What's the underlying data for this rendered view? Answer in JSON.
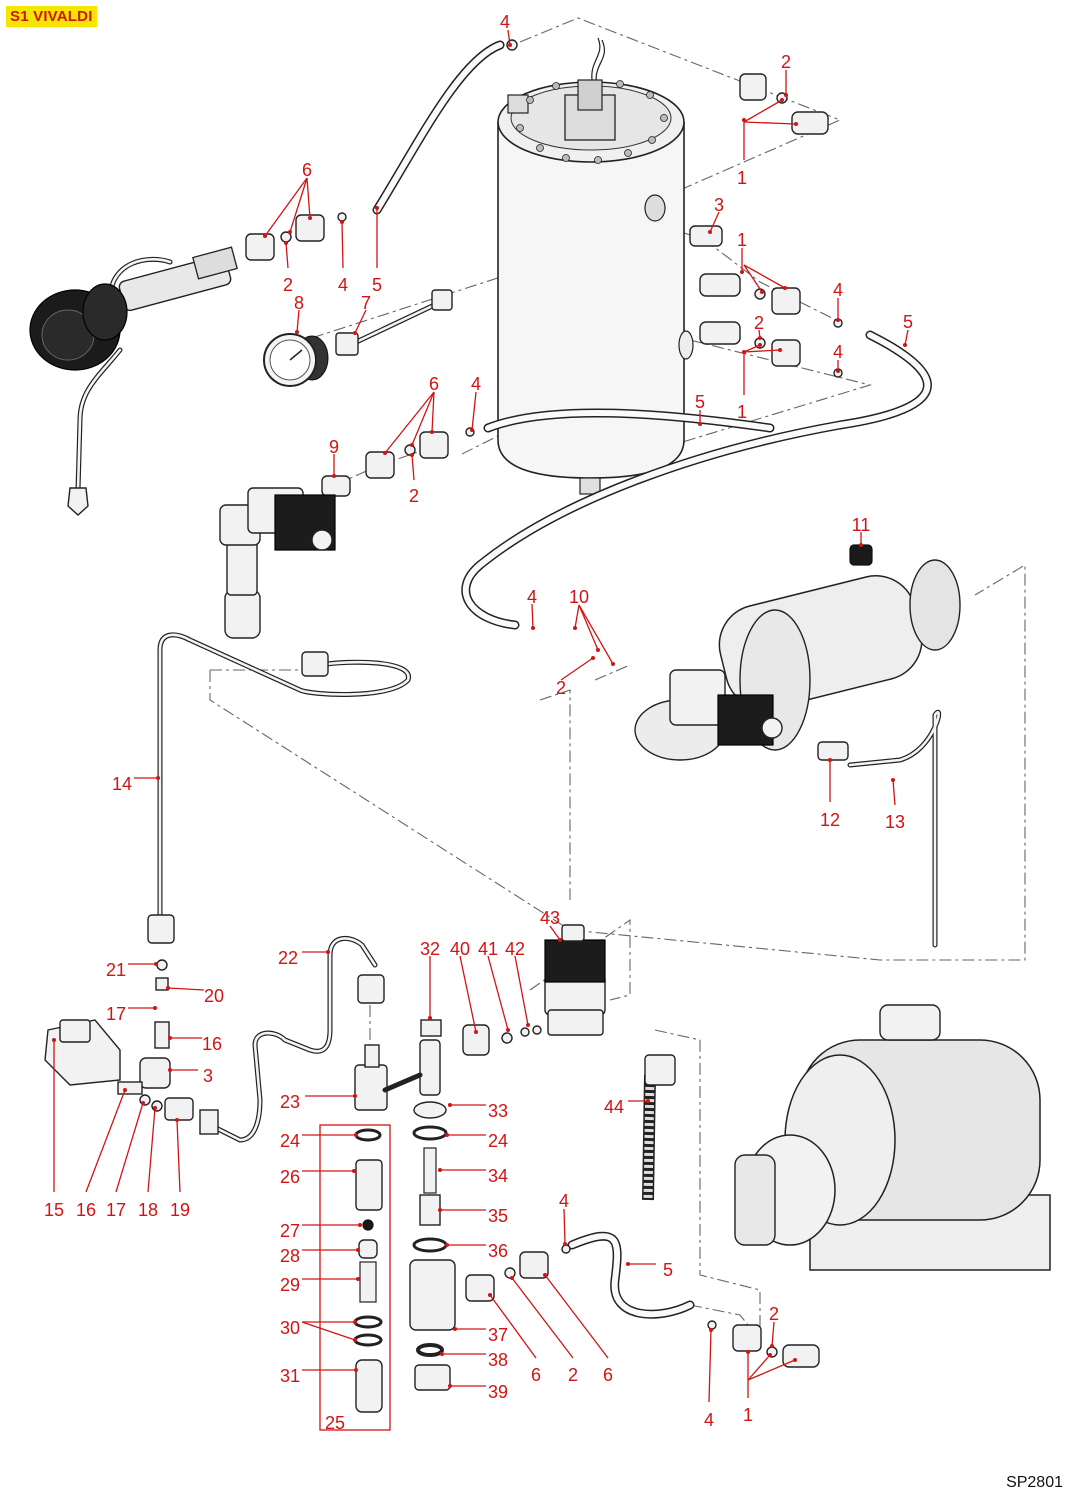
{
  "title_tag": "S1 VIVALDI",
  "drawing_code": "SP2801",
  "accent_color": "#d21414",
  "highlight_color": "#f5e500",
  "callouts": [
    {
      "id": "c-4a",
      "text": "4"
    },
    {
      "id": "c-2a",
      "text": "2"
    },
    {
      "id": "c-1a",
      "text": "1"
    },
    {
      "id": "c-6a",
      "text": "6"
    },
    {
      "id": "c-2b",
      "text": "2"
    },
    {
      "id": "c-4b",
      "text": "4"
    },
    {
      "id": "c-5a",
      "text": "5"
    },
    {
      "id": "c-3a",
      "text": "3"
    },
    {
      "id": "c-1b",
      "text": "1"
    },
    {
      "id": "c-8",
      "text": "8"
    },
    {
      "id": "c-7",
      "text": "7"
    },
    {
      "id": "c-4c",
      "text": "4"
    },
    {
      "id": "c-5b",
      "text": "5"
    },
    {
      "id": "c-2c",
      "text": "2"
    },
    {
      "id": "c-4d",
      "text": "4"
    },
    {
      "id": "c-1c",
      "text": "1"
    },
    {
      "id": "c-6b",
      "text": "6"
    },
    {
      "id": "c-4e",
      "text": "4"
    },
    {
      "id": "c-5c",
      "text": "5"
    },
    {
      "id": "c-9",
      "text": "9"
    },
    {
      "id": "c-2d",
      "text": "2"
    },
    {
      "id": "c-11",
      "text": "11"
    },
    {
      "id": "c-4f",
      "text": "4"
    },
    {
      "id": "c-10",
      "text": "10"
    },
    {
      "id": "c-2e",
      "text": "2"
    },
    {
      "id": "c-14",
      "text": "14"
    },
    {
      "id": "c-12",
      "text": "12"
    },
    {
      "id": "c-13",
      "text": "13"
    },
    {
      "id": "c-43",
      "text": "43"
    },
    {
      "id": "c-32",
      "text": "32"
    },
    {
      "id": "c-40",
      "text": "40"
    },
    {
      "id": "c-41",
      "text": "41"
    },
    {
      "id": "c-42",
      "text": "42"
    },
    {
      "id": "c-22",
      "text": "22"
    },
    {
      "id": "c-21",
      "text": "21"
    },
    {
      "id": "c-20",
      "text": "20"
    },
    {
      "id": "c-17a",
      "text": "17"
    },
    {
      "id": "c-16a",
      "text": "16"
    },
    {
      "id": "c-3b",
      "text": "3"
    },
    {
      "id": "c-23",
      "text": "23"
    },
    {
      "id": "c-33",
      "text": "33"
    },
    {
      "id": "c-44",
      "text": "44"
    },
    {
      "id": "c-24a",
      "text": "24"
    },
    {
      "id": "c-24b",
      "text": "24"
    },
    {
      "id": "c-26",
      "text": "26"
    },
    {
      "id": "c-34",
      "text": "34"
    },
    {
      "id": "c-15",
      "text": "15"
    },
    {
      "id": "c-16b",
      "text": "16"
    },
    {
      "id": "c-17b",
      "text": "17"
    },
    {
      "id": "c-18",
      "text": "18"
    },
    {
      "id": "c-19",
      "text": "19"
    },
    {
      "id": "c-27",
      "text": "27"
    },
    {
      "id": "c-35",
      "text": "35"
    },
    {
      "id": "c-4g",
      "text": "4"
    },
    {
      "id": "c-28",
      "text": "28"
    },
    {
      "id": "c-36",
      "text": "36"
    },
    {
      "id": "c-5d",
      "text": "5"
    },
    {
      "id": "c-29",
      "text": "29"
    },
    {
      "id": "c-2f",
      "text": "2"
    },
    {
      "id": "c-30",
      "text": "30"
    },
    {
      "id": "c-37",
      "text": "37"
    },
    {
      "id": "c-6c",
      "text": "6"
    },
    {
      "id": "c-2g",
      "text": "2"
    },
    {
      "id": "c-6d",
      "text": "6"
    },
    {
      "id": "c-38",
      "text": "38"
    },
    {
      "id": "c-31",
      "text": "31"
    },
    {
      "id": "c-39",
      "text": "39"
    },
    {
      "id": "c-25",
      "text": "25"
    },
    {
      "id": "c-4h",
      "text": "4"
    },
    {
      "id": "c-1d",
      "text": "1"
    }
  ]
}
